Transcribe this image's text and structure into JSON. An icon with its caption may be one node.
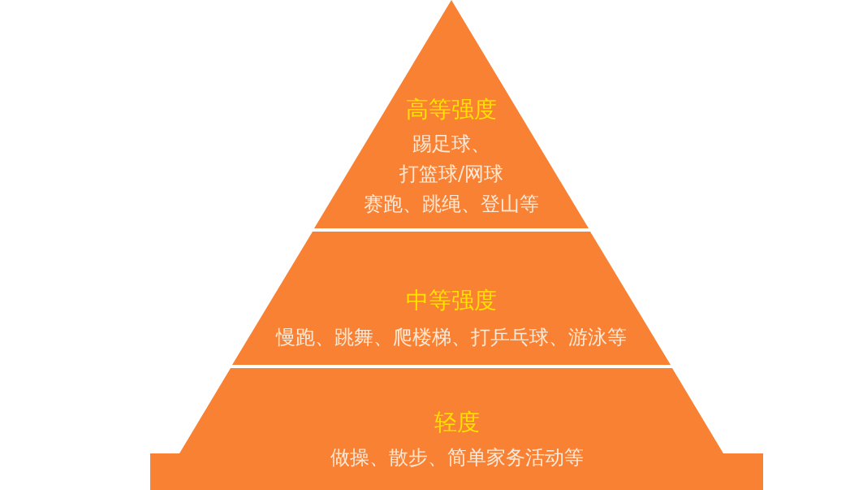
{
  "diagram": {
    "nodes": [
      {
        "text": [
          "高等强度",
          "踢足球、打篮球/网球赛跑、跳绳、登山等"
        ]
      },
      {
        "text": [
          "中等强度",
          "慢跑、跳舞、爬楼梯、打乒乓球、游泳等"
        ]
      },
      {
        "text": [
          "轻度",
          "做操、散步、简单家务活动等"
        ]
      }
    ]
  }
}
